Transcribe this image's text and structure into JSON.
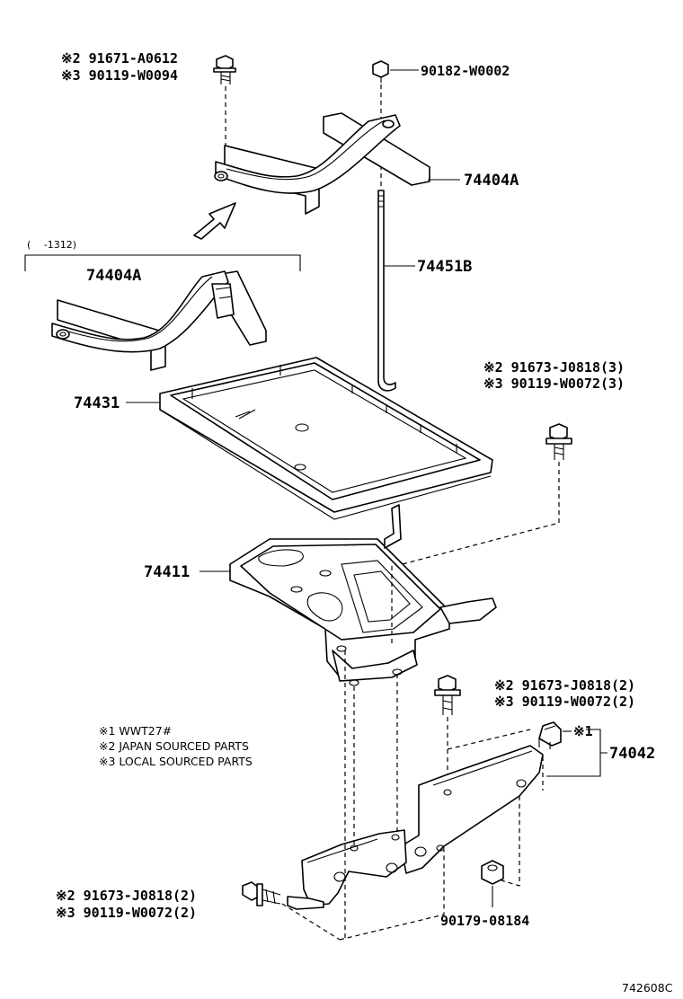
{
  "labels": {
    "bolt_top_left_a": "※2 91671-A0612",
    "bolt_top_left_b": "※3 90119-W0094",
    "nut_top": "90182-W0002",
    "part_74404A_upper": "74404A",
    "range_note": "(　 -1312)",
    "part_74404A_lower": "74404A",
    "part_74451B": "74451B",
    "bolt_right_a": "※2 91673-J0818(3)",
    "bolt_right_b": "※3 90119-W0072(3)",
    "part_74431": "74431",
    "part_74411": "74411",
    "bolt_mid_a": "※2 91673-J0818(2)",
    "bolt_mid_b": "※3 90119-W0072(2)",
    "clip_note": "※1",
    "part_74042": "74042",
    "bolt_low_a": "※2 91673-J0818(2)",
    "bolt_low_b": "※3 90119-W0072(2)",
    "nut_low": "90179-08184",
    "ref_code": "742608C"
  },
  "legend": [
    "※1 WWT27#",
    "※2 JAPAN SOURCED PARTS",
    "※3 LOCAL SOURCED PARTS"
  ]
}
